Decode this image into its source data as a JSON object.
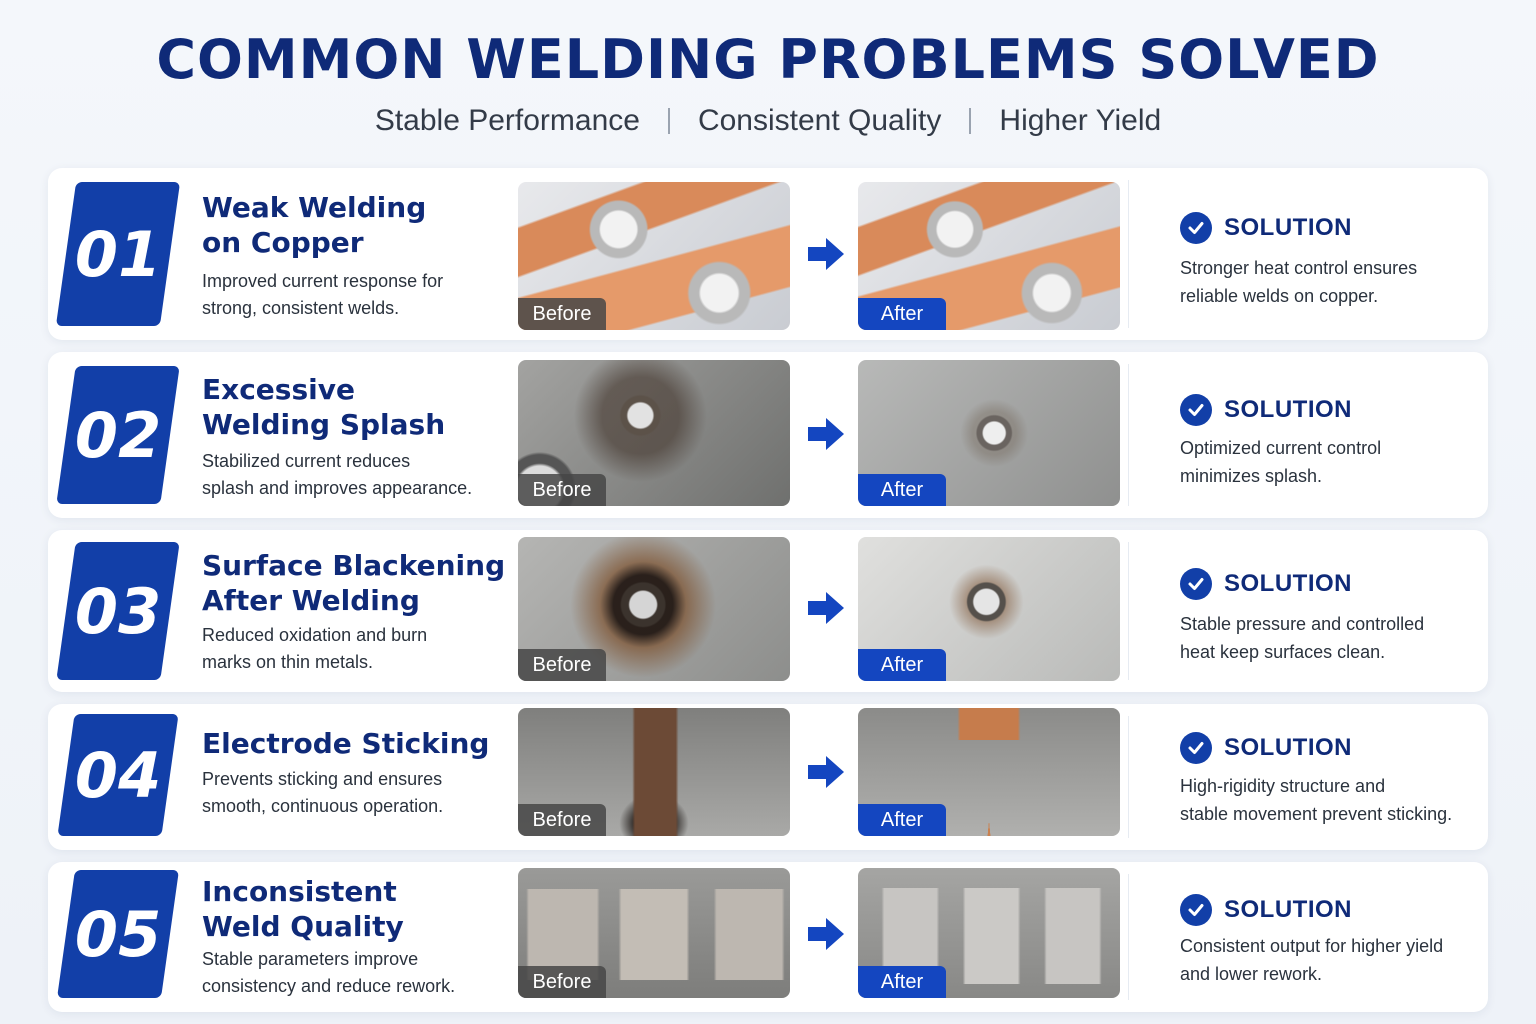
{
  "header": {
    "title": "COMMON WELDING PROBLEMS SOLVED",
    "subtitle": [
      "Stable Performance",
      "Consistent Quality",
      "Higher Yield"
    ]
  },
  "labels": {
    "before": "Before",
    "after": "After",
    "solution": "SOLUTION"
  },
  "colors": {
    "primary": "#123fa8",
    "title": "#0f2a78",
    "after_tag": "#1446c0"
  },
  "problems": [
    {
      "number": "01",
      "title_lines": [
        "Weak Welding",
        "on Copper"
      ],
      "description_lines": [
        "Improved current response for",
        "strong, consistent welds."
      ],
      "solution_lines": [
        "Stronger heat control ensures",
        "reliable welds on copper."
      ]
    },
    {
      "number": "02",
      "title_lines": [
        "Excessive",
        "Welding Splash"
      ],
      "description_lines": [
        "Stabilized current reduces",
        "splash and improves appearance."
      ],
      "solution_lines": [
        "Optimized current control",
        "minimizes splash."
      ]
    },
    {
      "number": "03",
      "title_lines": [
        "Surface Blackening",
        "After Welding"
      ],
      "description_lines": [
        "Reduced oxidation and burn",
        "marks on thin metals."
      ],
      "solution_lines": [
        "Stable pressure and controlled",
        "heat keep surfaces clean."
      ]
    },
    {
      "number": "04",
      "title_lines": [
        "Electrode Sticking"
      ],
      "description_lines": [
        "Prevents sticking and ensures",
        "smooth, continuous operation."
      ],
      "solution_lines": [
        "High-rigidity structure and",
        "stable movement prevent sticking."
      ]
    },
    {
      "number": "05",
      "title_lines": [
        "Inconsistent",
        "Weld Quality"
      ],
      "description_lines": [
        "Stable parameters improve",
        "consistency and reduce rework."
      ],
      "solution_lines": [
        "Consistent output for higher yield",
        "and lower rework."
      ]
    }
  ]
}
